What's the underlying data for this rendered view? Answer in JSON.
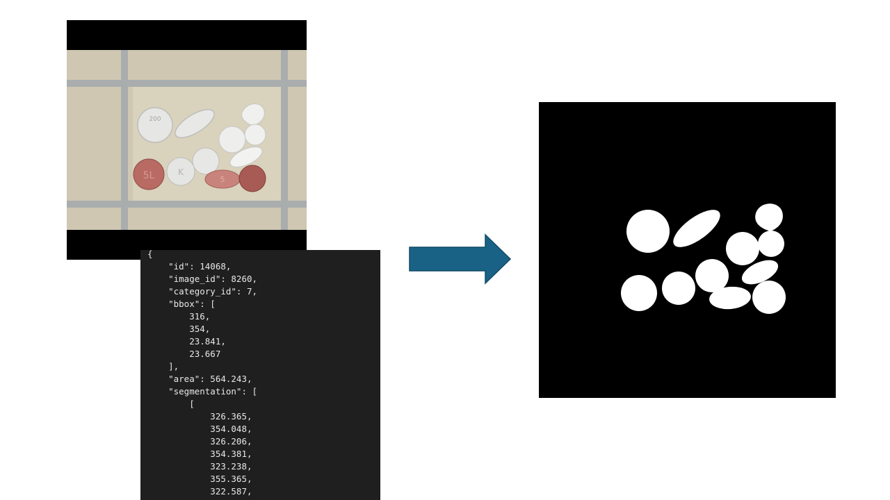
{
  "json_panel": {
    "lines": [
      "{",
      "    \"id\": 14068,",
      "    \"image_id\": 8260,",
      "    \"category_id\": 7,",
      "    \"bbox\": [",
      "        316,",
      "        354,",
      "        23.841,",
      "        23.667",
      "    ],",
      "    \"area\": 564.243,",
      "    \"segmentation\": [",
      "        [",
      "            326.365,",
      "            354.048,",
      "            326.206,",
      "            354.381,",
      "            323.238,",
      "            355.365,",
      "            322.587,"
    ]
  },
  "pill_imprints": [
    "200",
    "5L",
    "5",
    "K"
  ],
  "colors": {
    "arrow": "#1a6285",
    "panel_bg": "#1f1f1f",
    "mask_fg": "#ffffff",
    "mask_bg": "#000000"
  }
}
